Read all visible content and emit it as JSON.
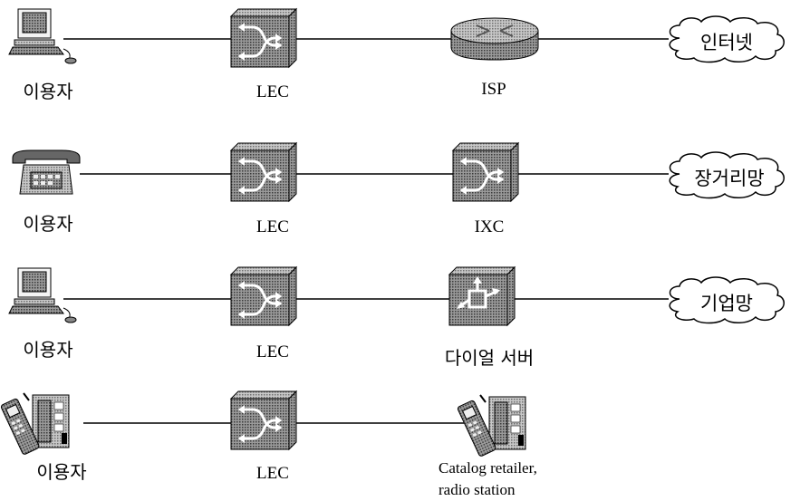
{
  "rows": [
    {
      "user_label": "이용자",
      "user_device": "computer-icon",
      "switch_label": "LEC",
      "node_label": "ISP",
      "node_device": "router-icon",
      "cloud_label": "인터넷"
    },
    {
      "user_label": "이용자",
      "user_device": "telephone-icon",
      "switch_label": "LEC",
      "node_label": "IXC",
      "node_device": "switch-icon",
      "cloud_label": "장거리망"
    },
    {
      "user_label": "이용자",
      "user_device": "computer-icon",
      "switch_label": "LEC",
      "node_label": "다이얼 서버",
      "node_device": "dial-server-icon",
      "cloud_label": "기업망"
    },
    {
      "user_label": "이용자",
      "user_device": "phone-handset-icon",
      "switch_label": "LEC",
      "node_label_lines": [
        "Catalog retailer,",
        "radio station"
      ],
      "node_device": "phone-handset-icon"
    }
  ]
}
